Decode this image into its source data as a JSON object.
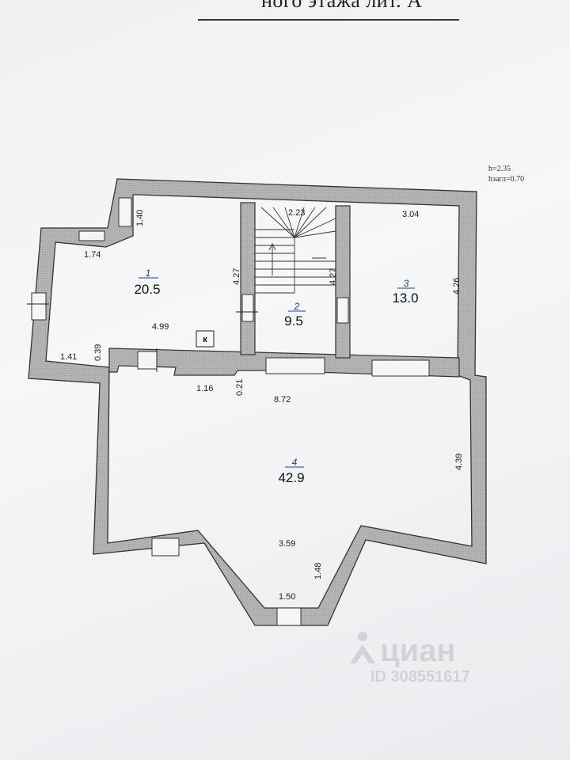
{
  "title": "ного этажа лит. А",
  "heights": {
    "h": "h=2.35",
    "hzagl": "hзагл=0.70"
  },
  "rooms": [
    {
      "num": "1",
      "area": "20.5"
    },
    {
      "num": "2",
      "area": "9.5"
    },
    {
      "num": "3",
      "area": "13.0"
    },
    {
      "num": "4",
      "area": "42.9"
    }
  ],
  "dimensions": {
    "d_1_40": "1.40",
    "d_2_23": "2.23",
    "d_3_04": "3.04",
    "d_1_74": "1.74",
    "d_4_27_left": "4.27",
    "d_4_27_right": "4.27",
    "d_4_26": "4.26",
    "d_4_99": "4.99",
    "d_0_39": "0.39",
    "d_1_41": "1.41",
    "d_1_16": "1.16",
    "d_0_21": "0.21",
    "d_8_72": "8.72",
    "d_4_39": "4.39",
    "d_3_59": "3.59",
    "d_1_48": "1.48",
    "d_1_50": "1.50"
  },
  "marker_k": "к",
  "watermark": {
    "name": "циан",
    "id": "ID 308551617"
  },
  "colors": {
    "wall": "#b3b3b3",
    "wall_stroke": "#333333",
    "room_number": "#1a3fa0"
  }
}
